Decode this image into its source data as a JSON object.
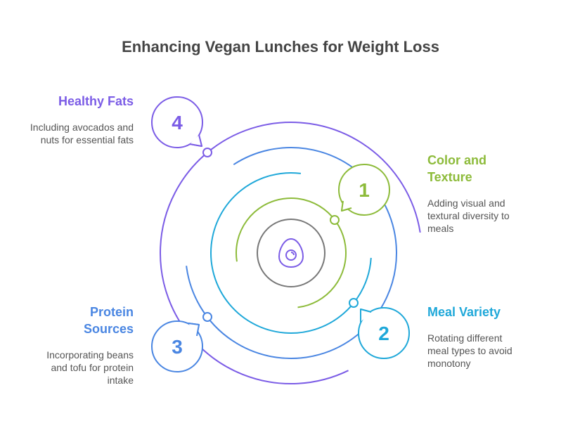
{
  "title": "Enhancing Vegan Lunches for Weight Loss",
  "colors": {
    "green": "#8dbb3a",
    "cyan": "#1fa8d9",
    "blue": "#4a86e2",
    "purple": "#7b5ce6",
    "gray": "#777777"
  },
  "center_icon": "avocado-icon",
  "items": [
    {
      "number": "1",
      "heading": "Color and Texture",
      "description": "Adding visual and textural diversity to meals",
      "color": "#8dbb3a"
    },
    {
      "number": "2",
      "heading": "Meal Variety",
      "description": "Rotating different meal types to avoid monotony",
      "color": "#1fa8d9"
    },
    {
      "number": "3",
      "heading": "Protein Sources",
      "description": "Incorporating beans and tofu for protein intake",
      "color": "#4a86e2"
    },
    {
      "number": "4",
      "heading": "Healthy Fats",
      "description": "Including avocados and nuts for essential fats",
      "color": "#7b5ce6"
    }
  ]
}
